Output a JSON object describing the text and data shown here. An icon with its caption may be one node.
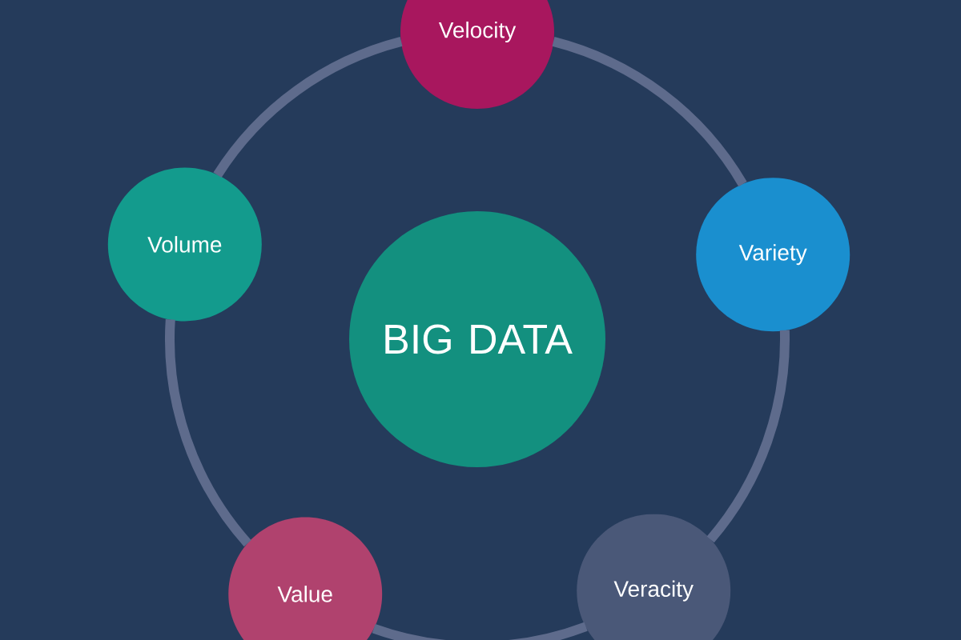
{
  "diagram": {
    "nodes": [
      {
        "text": [
          "Velocity"
        ]
      },
      {
        "text": [
          "Volume"
        ]
      },
      {
        "text": [
          "BIG DATA"
        ]
      },
      {
        "text": [
          "Variety"
        ]
      },
      {
        "text": [
          "Value"
        ]
      },
      {
        "text": [
          "Veracity"
        ]
      }
    ],
    "edges": [
      {
        "from": 0,
        "to": 3,
        "arrow": "none"
      },
      {
        "from": 3,
        "to": 5,
        "arrow": "none"
      },
      {
        "from": 5,
        "to": 4,
        "arrow": "none"
      },
      {
        "from": 4,
        "to": 1,
        "arrow": "none"
      },
      {
        "from": 1,
        "to": 0,
        "arrow": "none"
      }
    ]
  }
}
